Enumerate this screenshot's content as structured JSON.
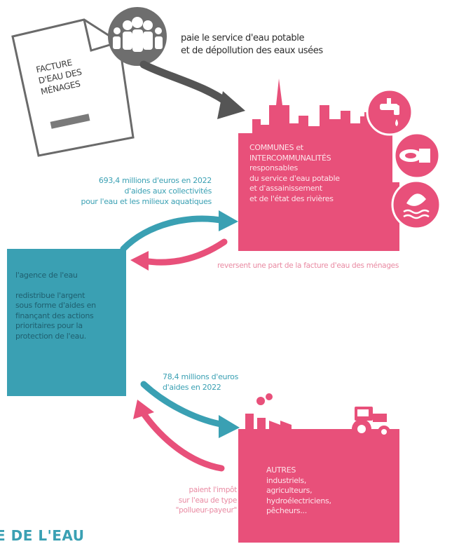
{
  "bill": {
    "line1": "FACTURE",
    "line2": "D'EAU DES",
    "line3": "MÉNAGES"
  },
  "households": {
    "line1": "paie le service d'eau potable",
    "line2": "et de dépollution des eaux usées"
  },
  "communes": {
    "line1": "COMMUNES et",
    "line2": "INTERCOMMUNALITÉS",
    "line3": "responsables",
    "line4": "du service d'eau potable",
    "line5": "et d'assainissement",
    "line6": "et de l'état des rivières"
  },
  "aid_collectivities": {
    "line1": "693,4 millions d'euros en 2022",
    "line2": "d'aides aux collectivités",
    "line3": "pour l'eau et les milieux aquatiques"
  },
  "reverse_note": "reversent une part de la facture d'eau des ménages",
  "agence": {
    "line1": "l'agence de l'eau",
    "line2": "redistribue l'argent",
    "line3": "sous forme d'aides en",
    "line4": "finançant des actions",
    "line5": "prioritaires pour la",
    "line6": "protection de l'eau."
  },
  "aid_others": {
    "line1": "78,4 millions d'euros",
    "line2": "d'aides en 2022"
  },
  "autres": {
    "line1": "AUTRES",
    "line2": "industriels,",
    "line3": "agriculteurs,",
    "line4": "hydroélectriciens,",
    "line5": "pêcheurs..."
  },
  "tax_note": {
    "line1": "paient l'impôt",
    "line2": "sur l'eau de type",
    "line3": "\"pollueur-payeur\""
  },
  "footer_title": "E DE L'EAU",
  "colors": {
    "pink": "#e8507a",
    "teal": "#3aa0b3",
    "grey_arrow": "#555555",
    "doc_border": "#666666"
  },
  "icons": [
    "document-icon",
    "people-icon",
    "city-icon",
    "tap-icon",
    "fish-icon",
    "water-leaf-icon",
    "factory-icon",
    "tractor-icon"
  ]
}
